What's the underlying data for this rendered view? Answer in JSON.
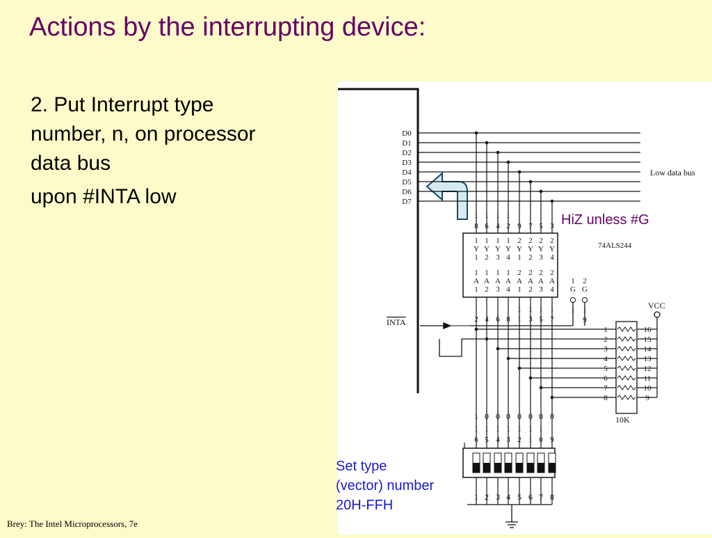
{
  "slide": {
    "title": "Actions by the interrupting device:",
    "bullet": {
      "line1": "2. Put Interrupt type",
      "line2": "number, n, on processor",
      "line3": "data bus",
      "line4": "upon #INTA low"
    },
    "footer": "Brey: The Intel Microprocessors, 7e"
  },
  "annotations": {
    "hiz": "HiZ unless #G",
    "set_type": [
      "Set type",
      "(vector) number",
      "20H-FFH"
    ]
  },
  "schematic": {
    "data_lines": [
      "D0",
      "D1",
      "D2",
      "D3",
      "D4",
      "D5",
      "D6",
      "D7"
    ],
    "bus_label": "Low data bus",
    "inta_label": "INTA",
    "chip_name": "74ALS244",
    "out_pins": [
      "18",
      "16",
      "14",
      "12",
      "9",
      "7",
      "5",
      "3"
    ],
    "y_pins": [
      [
        "1",
        "Y",
        "1"
      ],
      [
        "1",
        "Y",
        "2"
      ],
      [
        "1",
        "Y",
        "3"
      ],
      [
        "1",
        "Y",
        "4"
      ],
      [
        "2",
        "Y",
        "1"
      ],
      [
        "2",
        "Y",
        "2"
      ],
      [
        "2",
        "Y",
        "3"
      ],
      [
        "2",
        "Y",
        "4"
      ]
    ],
    "a_pins": [
      [
        "1",
        "A",
        "1"
      ],
      [
        "1",
        "A",
        "2"
      ],
      [
        "1",
        "A",
        "3"
      ],
      [
        "1",
        "A",
        "4"
      ],
      [
        "2",
        "A",
        "1"
      ],
      [
        "2",
        "A",
        "2"
      ],
      [
        "2",
        "A",
        "3"
      ],
      [
        "2",
        "A",
        "4"
      ]
    ],
    "g_pins": [
      [
        "1",
        "G"
      ],
      [
        "2",
        "G"
      ]
    ],
    "g_pin_numbers": [
      "1",
      "19"
    ],
    "in_pins": [
      "2",
      "4",
      "6",
      "8",
      "11",
      "13",
      "15",
      "17"
    ],
    "vcc_label": "VCC",
    "resistor_label": "10K",
    "rn_left": [
      "1",
      "2",
      "3",
      "4",
      "5",
      "6",
      "7",
      "8"
    ],
    "rn_right": [
      "16",
      "15",
      "14",
      "13",
      "12",
      "11",
      "10",
      "9"
    ],
    "switch_pins_top": [
      "16",
      "15",
      "14",
      "13",
      "12",
      "11",
      "10",
      "9"
    ],
    "switch_pins_bottom": [
      "1",
      "2",
      "3",
      "4",
      "5",
      "6",
      "7",
      "8"
    ],
    "switch_marker": "I",
    "vector_bits": [
      "1",
      "0",
      "0",
      "0",
      "0",
      "0",
      "0",
      "0"
    ]
  }
}
